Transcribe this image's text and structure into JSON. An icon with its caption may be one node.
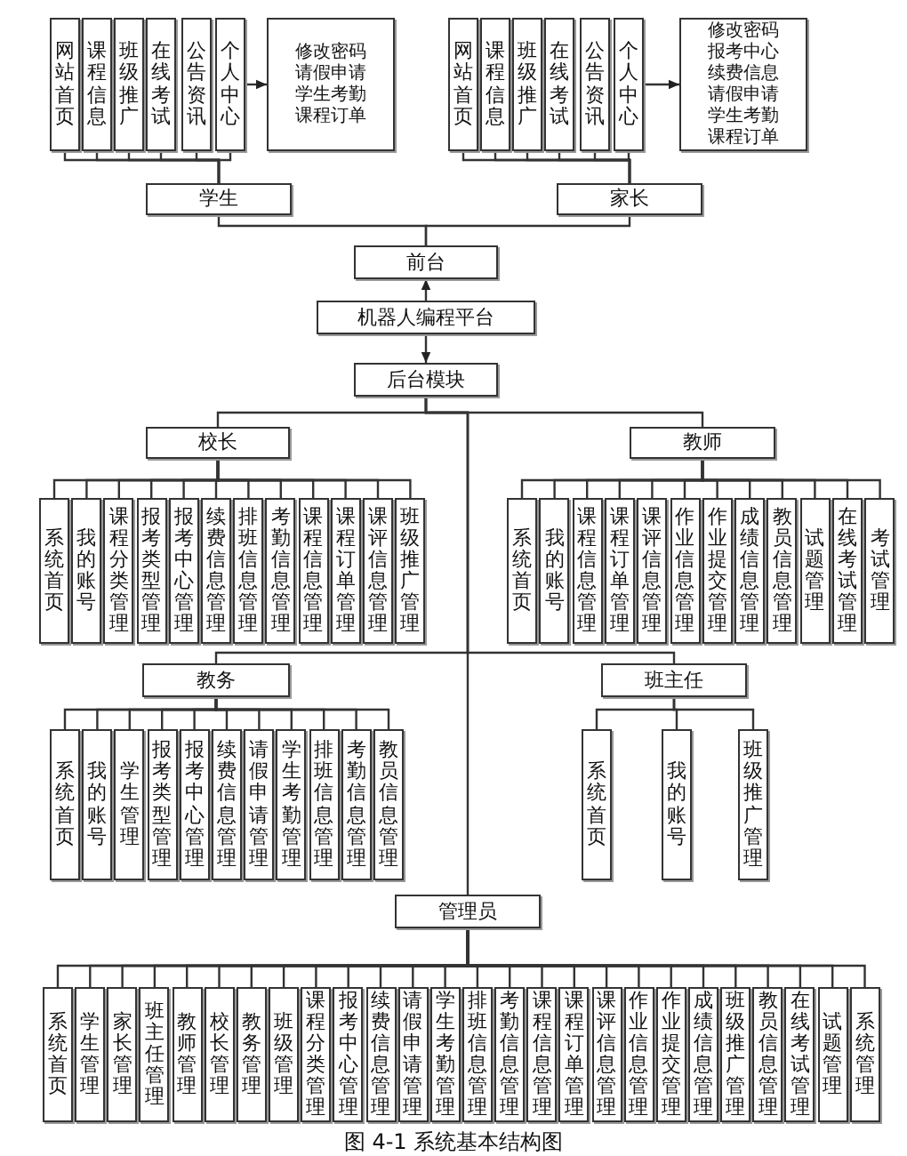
{
  "diagram": {
    "caption": "图 4-1 系统基本结构图",
    "nodes": [
      {
        "text": [
          "网站首页"
        ]
      },
      {
        "text": [
          "课程信息"
        ]
      },
      {
        "text": [
          "班级推广"
        ]
      },
      {
        "text": [
          "在线考试"
        ]
      },
      {
        "text": [
          "公告资讯"
        ]
      },
      {
        "text": [
          "个人中心"
        ]
      },
      {
        "text": [
          "修改密码",
          "请假申请",
          "学生考勤",
          "课程订单"
        ]
      },
      {
        "text": [
          "网站首页"
        ]
      },
      {
        "text": [
          "课程信息"
        ]
      },
      {
        "text": [
          "班级推广"
        ]
      },
      {
        "text": [
          "在线考试"
        ]
      },
      {
        "text": [
          "公告资讯"
        ]
      },
      {
        "text": [
          "个人中心"
        ]
      },
      {
        "text": [
          "修改密码",
          "报考中心",
          "续费信息",
          "请假申请",
          "学生考勤",
          "课程订单"
        ]
      },
      {
        "text": [
          "学生"
        ]
      },
      {
        "text": [
          "家长"
        ]
      },
      {
        "text": [
          "前台"
        ]
      },
      {
        "text": [
          "机器人编程平台"
        ]
      },
      {
        "text": [
          "后台模块"
        ]
      },
      {
        "text": [
          "校长"
        ]
      },
      {
        "text": [
          "教师"
        ]
      },
      {
        "text": [
          "系统首页"
        ]
      },
      {
        "text": [
          "我的账号"
        ]
      },
      {
        "text": [
          "课程分类管理"
        ]
      },
      {
        "text": [
          "报考类型管理"
        ]
      },
      {
        "text": [
          "报考中心管理"
        ]
      },
      {
        "text": [
          "续费信息管理"
        ]
      },
      {
        "text": [
          "排班信息管理"
        ]
      },
      {
        "text": [
          "考勤信息管理"
        ]
      },
      {
        "text": [
          "课程信息管理"
        ]
      },
      {
        "text": [
          "课程订单管理"
        ]
      },
      {
        "text": [
          "课评信息管理"
        ]
      },
      {
        "text": [
          "班级推广管理"
        ]
      },
      {
        "text": [
          "系统首页"
        ]
      },
      {
        "text": [
          "我的账号"
        ]
      },
      {
        "text": [
          "课程信息管理"
        ]
      },
      {
        "text": [
          "课程订单管理"
        ]
      },
      {
        "text": [
          "课评信息管理"
        ]
      },
      {
        "text": [
          "作业信息管理"
        ]
      },
      {
        "text": [
          "作业提交管理"
        ]
      },
      {
        "text": [
          "成绩信息管理"
        ]
      },
      {
        "text": [
          "教员信息管理"
        ]
      },
      {
        "text": [
          "试题管理"
        ]
      },
      {
        "text": [
          "在线考试管理"
        ]
      },
      {
        "text": [
          "考试管理"
        ]
      },
      {
        "text": [
          "教务"
        ]
      },
      {
        "text": [
          "班主任"
        ]
      },
      {
        "text": [
          "系统首页"
        ]
      },
      {
        "text": [
          "我的账号"
        ]
      },
      {
        "text": [
          "学生管理"
        ]
      },
      {
        "text": [
          "报考类型管理"
        ]
      },
      {
        "text": [
          "报考中心管理"
        ]
      },
      {
        "text": [
          "续费信息管理"
        ]
      },
      {
        "text": [
          "请假申请管理"
        ]
      },
      {
        "text": [
          "学生考勤管理"
        ]
      },
      {
        "text": [
          "排班信息管理"
        ]
      },
      {
        "text": [
          "考勤信息管理"
        ]
      },
      {
        "text": [
          "教员信息管理"
        ]
      },
      {
        "text": [
          "系统首页"
        ]
      },
      {
        "text": [
          "我的账号"
        ]
      },
      {
        "text": [
          "班级推广管理"
        ]
      },
      {
        "text": [
          "管理员"
        ]
      },
      {
        "text": [
          "系统首页"
        ]
      },
      {
        "text": [
          "学生管理"
        ]
      },
      {
        "text": [
          "家长管理"
        ]
      },
      {
        "text": [
          "班主任管理"
        ]
      },
      {
        "text": [
          "教师管理"
        ]
      },
      {
        "text": [
          "校长管理"
        ]
      },
      {
        "text": [
          "教务管理"
        ]
      },
      {
        "text": [
          "班级管理"
        ]
      },
      {
        "text": [
          "课程分类管理"
        ]
      },
      {
        "text": [
          "报考中心管理"
        ]
      },
      {
        "text": [
          "续费信息管理"
        ]
      },
      {
        "text": [
          "请假申请管理"
        ]
      },
      {
        "text": [
          "学生考勤管理"
        ]
      },
      {
        "text": [
          "排班信息管理"
        ]
      },
      {
        "text": [
          "考勤信息管理"
        ]
      },
      {
        "text": [
          "课程信息管理"
        ]
      },
      {
        "text": [
          "课程订单管理"
        ]
      },
      {
        "text": [
          "课评信息管理"
        ]
      },
      {
        "text": [
          "作业信息管理"
        ]
      },
      {
        "text": [
          "作业提交管理"
        ]
      },
      {
        "text": [
          "成绩信息管理"
        ]
      },
      {
        "text": [
          "班级推广管理"
        ]
      },
      {
        "text": [
          "教员信息管理"
        ]
      },
      {
        "text": [
          "在线考试管理"
        ]
      },
      {
        "text": [
          "试题管理"
        ]
      },
      {
        "text": [
          "系统管理"
        ]
      }
    ],
    "edges": [
      {
        "from": 0,
        "to": 14,
        "arrow": "none"
      },
      {
        "from": 1,
        "to": 14,
        "arrow": "none"
      },
      {
        "from": 2,
        "to": 14,
        "arrow": "none"
      },
      {
        "from": 3,
        "to": 14,
        "arrow": "none"
      },
      {
        "from": 4,
        "to": 14,
        "arrow": "none"
      },
      {
        "from": 5,
        "to": 14,
        "arrow": "none"
      },
      {
        "from": 5,
        "to": 6,
        "arrow": "to"
      },
      {
        "from": 7,
        "to": 15,
        "arrow": "none"
      },
      {
        "from": 8,
        "to": 15,
        "arrow": "none"
      },
      {
        "from": 9,
        "to": 15,
        "arrow": "none"
      },
      {
        "from": 10,
        "to": 15,
        "arrow": "none"
      },
      {
        "from": 11,
        "to": 15,
        "arrow": "none"
      },
      {
        "from": 12,
        "to": 15,
        "arrow": "none"
      },
      {
        "from": 12,
        "to": 13,
        "arrow": "to"
      },
      {
        "from": 14,
        "to": 16,
        "arrow": "none"
      },
      {
        "from": 15,
        "to": 16,
        "arrow": "none"
      },
      {
        "from": 17,
        "to": 16,
        "arrow": "to"
      },
      {
        "from": 17,
        "to": 18,
        "arrow": "to"
      },
      {
        "from": 18,
        "to": 19,
        "arrow": "none"
      },
      {
        "from": 18,
        "to": 20,
        "arrow": "none"
      },
      {
        "from": 18,
        "to": 45,
        "arrow": "none"
      },
      {
        "from": 18,
        "to": 46,
        "arrow": "none"
      },
      {
        "from": 18,
        "to": 61,
        "arrow": "none"
      },
      {
        "from": 19,
        "to": 21,
        "arrow": "none"
      },
      {
        "from": 19,
        "to": 22,
        "arrow": "none"
      },
      {
        "from": 19,
        "to": 23,
        "arrow": "none"
      },
      {
        "from": 19,
        "to": 24,
        "arrow": "none"
      },
      {
        "from": 19,
        "to": 25,
        "arrow": "none"
      },
      {
        "from": 19,
        "to": 26,
        "arrow": "none"
      },
      {
        "from": 19,
        "to": 27,
        "arrow": "none"
      },
      {
        "from": 19,
        "to": 28,
        "arrow": "none"
      },
      {
        "from": 19,
        "to": 29,
        "arrow": "none"
      },
      {
        "from": 19,
        "to": 30,
        "arrow": "none"
      },
      {
        "from": 19,
        "to": 31,
        "arrow": "none"
      },
      {
        "from": 19,
        "to": 32,
        "arrow": "none"
      },
      {
        "from": 20,
        "to": 33,
        "arrow": "none"
      },
      {
        "from": 20,
        "to": 34,
        "arrow": "none"
      },
      {
        "from": 20,
        "to": 35,
        "arrow": "none"
      },
      {
        "from": 20,
        "to": 36,
        "arrow": "none"
      },
      {
        "from": 20,
        "to": 37,
        "arrow": "none"
      },
      {
        "from": 20,
        "to": 38,
        "arrow": "none"
      },
      {
        "from": 20,
        "to": 39,
        "arrow": "none"
      },
      {
        "from": 20,
        "to": 40,
        "arrow": "none"
      },
      {
        "from": 20,
        "to": 41,
        "arrow": "none"
      },
      {
        "from": 20,
        "to": 42,
        "arrow": "none"
      },
      {
        "from": 20,
        "to": 43,
        "arrow": "none"
      },
      {
        "from": 20,
        "to": 44,
        "arrow": "none"
      },
      {
        "from": 45,
        "to": 47,
        "arrow": "none"
      },
      {
        "from": 45,
        "to": 48,
        "arrow": "none"
      },
      {
        "from": 45,
        "to": 49,
        "arrow": "none"
      },
      {
        "from": 45,
        "to": 50,
        "arrow": "none"
      },
      {
        "from": 45,
        "to": 51,
        "arrow": "none"
      },
      {
        "from": 45,
        "to": 52,
        "arrow": "none"
      },
      {
        "from": 45,
        "to": 53,
        "arrow": "none"
      },
      {
        "from": 45,
        "to": 54,
        "arrow": "none"
      },
      {
        "from": 45,
        "to": 55,
        "arrow": "none"
      },
      {
        "from": 45,
        "to": 56,
        "arrow": "none"
      },
      {
        "from": 45,
        "to": 57,
        "arrow": "none"
      },
      {
        "from": 46,
        "to": 58,
        "arrow": "none"
      },
      {
        "from": 46,
        "to": 59,
        "arrow": "none"
      },
      {
        "from": 46,
        "to": 60,
        "arrow": "none"
      },
      {
        "from": 61,
        "to": 62,
        "arrow": "none"
      },
      {
        "from": 61,
        "to": 63,
        "arrow": "none"
      },
      {
        "from": 61,
        "to": 64,
        "arrow": "none"
      },
      {
        "from": 61,
        "to": 65,
        "arrow": "none"
      },
      {
        "from": 61,
        "to": 66,
        "arrow": "none"
      },
      {
        "from": 61,
        "to": 67,
        "arrow": "none"
      },
      {
        "from": 61,
        "to": 68,
        "arrow": "none"
      },
      {
        "from": 61,
        "to": 69,
        "arrow": "none"
      },
      {
        "from": 61,
        "to": 70,
        "arrow": "none"
      },
      {
        "from": 61,
        "to": 71,
        "arrow": "none"
      },
      {
        "from": 61,
        "to": 72,
        "arrow": "none"
      },
      {
        "from": 61,
        "to": 73,
        "arrow": "none"
      },
      {
        "from": 61,
        "to": 74,
        "arrow": "none"
      },
      {
        "from": 61,
        "to": 75,
        "arrow": "none"
      },
      {
        "from": 61,
        "to": 76,
        "arrow": "none"
      },
      {
        "from": 61,
        "to": 77,
        "arrow": "none"
      },
      {
        "from": 61,
        "to": 78,
        "arrow": "none"
      },
      {
        "from": 61,
        "to": 79,
        "arrow": "none"
      },
      {
        "from": 61,
        "to": 80,
        "arrow": "none"
      },
      {
        "from": 61,
        "to": 81,
        "arrow": "none"
      },
      {
        "from": 61,
        "to": 82,
        "arrow": "none"
      },
      {
        "from": 61,
        "to": 83,
        "arrow": "none"
      },
      {
        "from": 61,
        "to": 84,
        "arrow": "none"
      },
      {
        "from": 61,
        "to": 85,
        "arrow": "none"
      },
      {
        "from": 61,
        "to": 86,
        "arrow": "none"
      },
      {
        "from": 61,
        "to": 87,
        "arrow": "none"
      }
    ]
  }
}
